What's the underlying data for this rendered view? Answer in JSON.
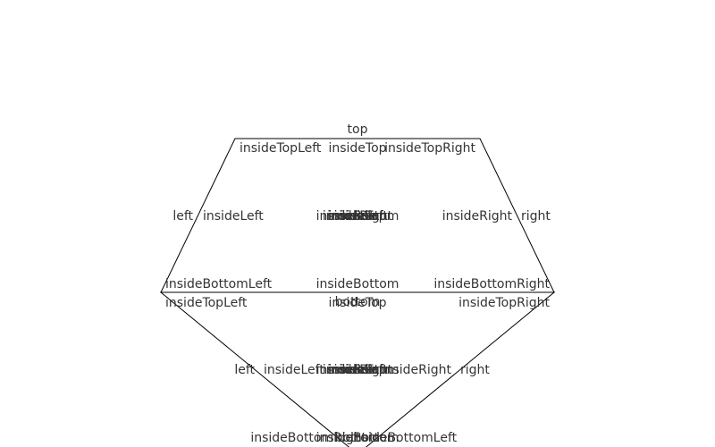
{
  "colors": {
    "stroke": "#000000",
    "text": "#333333",
    "background": "#ffffff"
  },
  "labels": {
    "top": "top",
    "insideTopLeft": "insideTopLeft",
    "insideTop": "insideTop",
    "insideTopRight": "insideTopRight",
    "left": "left",
    "insideLeft": "insideLeft",
    "center": "center",
    "inside": "inside",
    "insideRight": "insideRight",
    "right": "right",
    "insideBottomLeft": "insideBottomLeft",
    "insideBottom": "insideBottom",
    "insideBottomRight": "insideBottomRight",
    "bottom": "bottom"
  }
}
